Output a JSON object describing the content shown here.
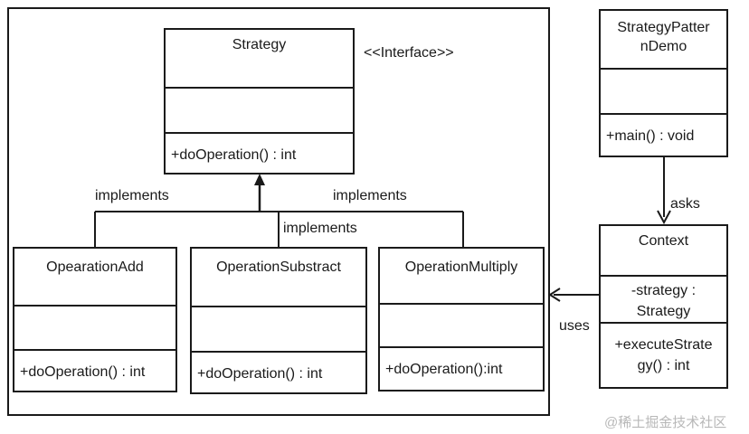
{
  "diagram": {
    "strategy": {
      "name": "Strategy",
      "stereotype": "<<Interface>>",
      "method": "+doOperation()  : int"
    },
    "add": {
      "name": "OpearationAdd",
      "method": "+doOperation()  : int"
    },
    "subtract": {
      "name": "OperationSubstract",
      "method": "+doOperation()  : int"
    },
    "multiply": {
      "name": "OperationMultiply",
      "method": "+doOperation():int"
    },
    "demo": {
      "name_line1": "StrategyPatter",
      "name_line2": "nDemo",
      "method": "+main() : void"
    },
    "context": {
      "name": "Context",
      "attr_line1": "-strategy :",
      "attr_line2": "Strategy",
      "method_line1": "+executeStrate",
      "method_line2": "gy() : int"
    },
    "labels": {
      "implements_left": "implements",
      "implements_mid": "implements",
      "implements_right": "implements",
      "asks": "asks",
      "uses": "uses"
    },
    "watermark": "@稀土掘金技术社区"
  }
}
